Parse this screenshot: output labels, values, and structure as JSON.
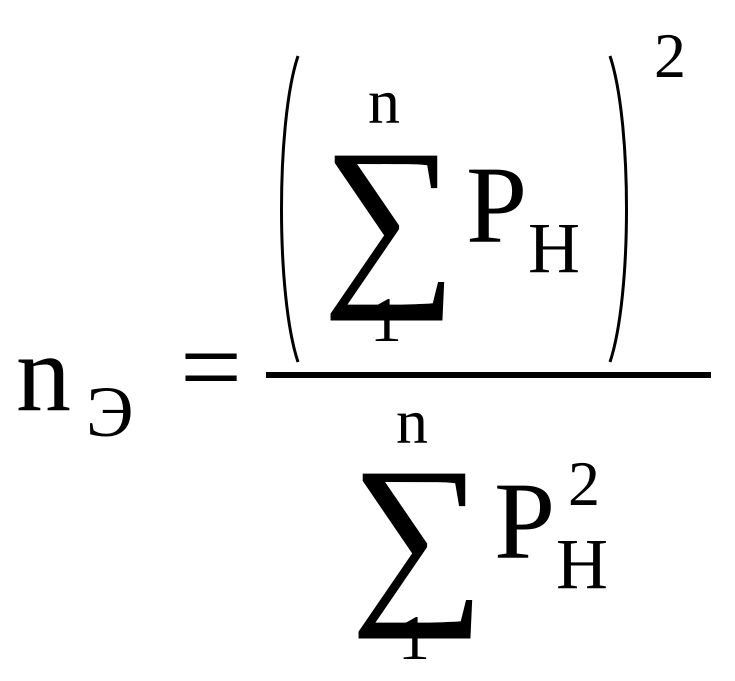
{
  "formula": {
    "lhs": {
      "variable": "n",
      "subscript": "Э"
    },
    "equals": "=",
    "numerator": {
      "sum_symbol": "∑",
      "upper_limit": "n",
      "lower_limit": "1",
      "term": "P",
      "term_subscript": "Н",
      "outer_exponent": "2"
    },
    "denominator": {
      "sum_symbol": "∑",
      "upper_limit": "n",
      "lower_limit": "1",
      "term": "P",
      "term_subscript": "Н",
      "term_exponent": "2"
    }
  }
}
